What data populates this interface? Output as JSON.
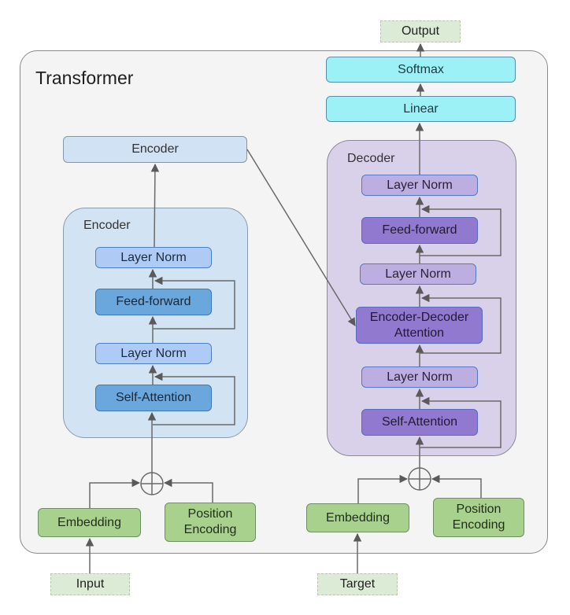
{
  "diagram": {
    "title": "Transformer",
    "output_label": "Output",
    "softmax_label": "Softmax",
    "linear_label": "Linear",
    "encoder_output_label": "Encoder",
    "encoder": {
      "group_label": "Encoder",
      "layers": [
        "Layer Norm",
        "Feed-forward",
        "Layer Norm",
        "Self-Attention"
      ]
    },
    "decoder": {
      "group_label": "Decoder",
      "layers": [
        "Layer Norm",
        "Feed-forward",
        "Layer Norm",
        "Encoder-Decoder Attention",
        "Layer Norm",
        "Self-Attention"
      ]
    },
    "encoder_inputs": {
      "embedding_label": "Embedding",
      "position_label": "Position Encoding",
      "input_label": "Input"
    },
    "decoder_inputs": {
      "embedding_label": "Embedding",
      "position_label": "Position Encoding",
      "target_label": "Target"
    },
    "colors": {
      "frame": "#f4f4f4",
      "encoder_group": "#d2e3f3",
      "decoder_group": "#d9d1ea",
      "output_head": "#9cf1f7",
      "embedding": "#a9d18e",
      "io": "#dcebd6",
      "wire": "#666666"
    }
  }
}
